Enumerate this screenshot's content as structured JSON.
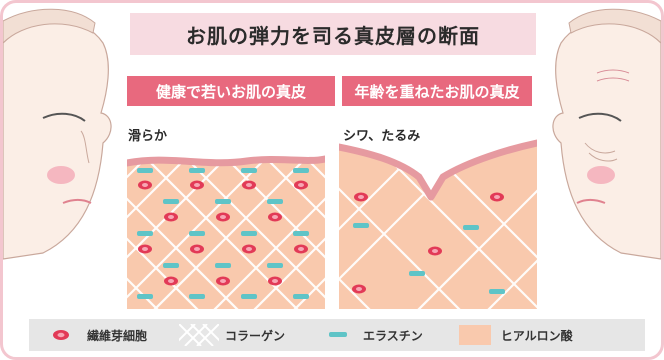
{
  "title": "お肌の弾力を司る真皮層の断面",
  "panels": {
    "young": {
      "heading": "健康で若いお肌の真皮",
      "caption": "滑らか"
    },
    "aged": {
      "heading": "年齢を重ねたお肌の真皮",
      "caption": "シワ、たるみ"
    }
  },
  "legend": [
    {
      "label": "繊維芽細胞",
      "icon": "fibroblast-icon"
    },
    {
      "label": "コラーゲン",
      "icon": "collagen-icon"
    },
    {
      "label": "エラスチン",
      "icon": "elastin-icon"
    },
    {
      "label": "ヒアルロン酸",
      "icon": "hyaluronic-acid-icon"
    }
  ],
  "colors": {
    "accent": "#e8697e",
    "title_bg": "#f7dbe1",
    "dermis_fill": "#f9c9ad",
    "skin_surface": "#e69aa0",
    "collagen": "#ffffff",
    "elastin": "#5fc4c7",
    "fibroblast": "#e23a57",
    "legend_bg": "#e6e6e6"
  }
}
